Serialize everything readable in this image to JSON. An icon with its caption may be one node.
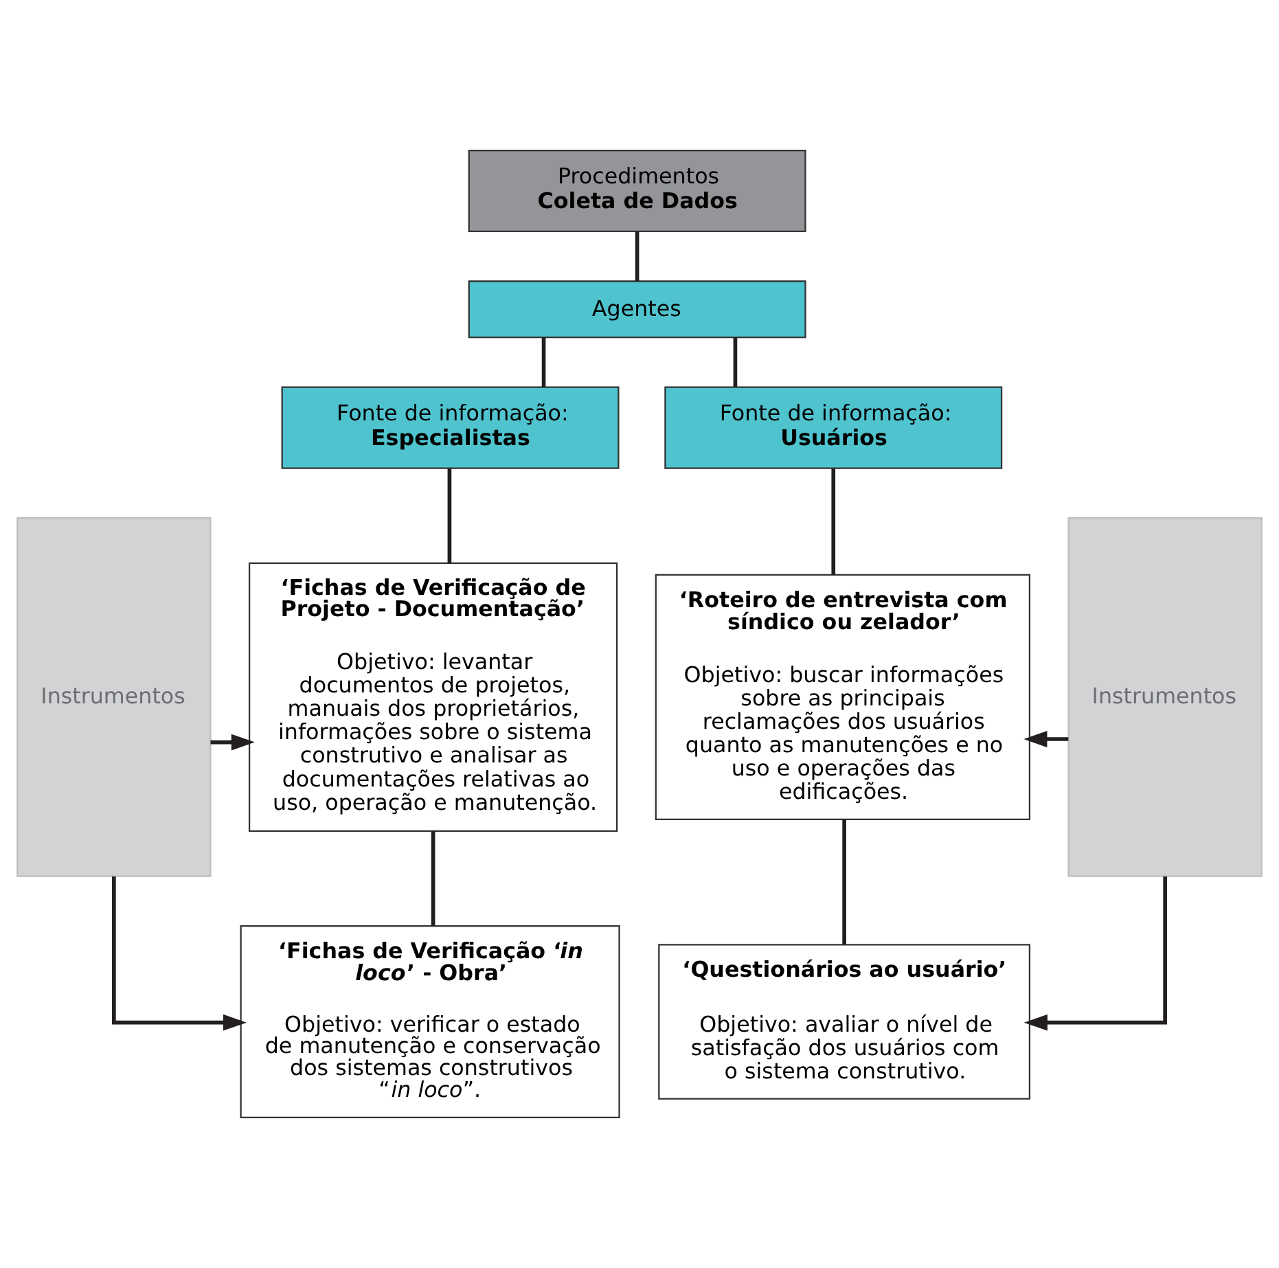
{
  "diagram": {
    "nodes": [
      {
        "text": [
          "Procedimentos",
          "Coleta de Dados"
        ]
      },
      {
        "text": [
          "Agentes"
        ]
      },
      {
        "text": [
          "Fonte de informação:",
          "Especialistas"
        ]
      },
      {
        "text": [
          "Fonte de informação:",
          "Usuários"
        ]
      },
      {
        "text": [
          "Instrumentos"
        ]
      },
      {
        "text": [
          "‘Fichas de Verificação de Projeto - Documentação’",
          "Objetivo: levantar documentos de projetos, manuais dos proprietários, informações sobre o sistema construtivo e analisar as documentações relativas ao uso, operação e manutenção."
        ]
      },
      {
        "text": [
          "‘Roteiro de entrevista com síndico ou zelador’",
          "Objetivo: buscar informações sobre as principais reclamações dos usuários quanto as manutenções e no uso e operações das edificações."
        ]
      },
      {
        "text": [
          "Instrumentos"
        ]
      },
      {
        "text": [
          "‘Fichas de Verificação ‘*in loco*’ - Obra’",
          "Objetivo: verificar o estado de manutenção e conservação dos sistemas construtivos “*in loco*”."
        ]
      },
      {
        "text": [
          "‘Questionários ao usuário’",
          "Objetivo: avaliar o nível de satisfação dos usuários com o sistema construtivo."
        ]
      }
    ],
    "edges": [
      {
        "from": 0,
        "to": 1,
        "arrow": "none"
      },
      {
        "from": 1,
        "to": 2,
        "arrow": "none"
      },
      {
        "from": 1,
        "to": 3,
        "arrow": "none"
      },
      {
        "from": 2,
        "to": 5,
        "arrow": "none"
      },
      {
        "from": 3,
        "to": 6,
        "arrow": "none"
      },
      {
        "from": 5,
        "to": 8,
        "arrow": "none"
      },
      {
        "from": 6,
        "to": 9,
        "arrow": "none"
      },
      {
        "from": 4,
        "to": 5,
        "arrow": "to"
      },
      {
        "from": 4,
        "to": 8,
        "arrow": "to"
      },
      {
        "from": 7,
        "to": 6,
        "arrow": "to"
      },
      {
        "from": 7,
        "to": 9,
        "arrow": "to"
      }
    ]
  }
}
